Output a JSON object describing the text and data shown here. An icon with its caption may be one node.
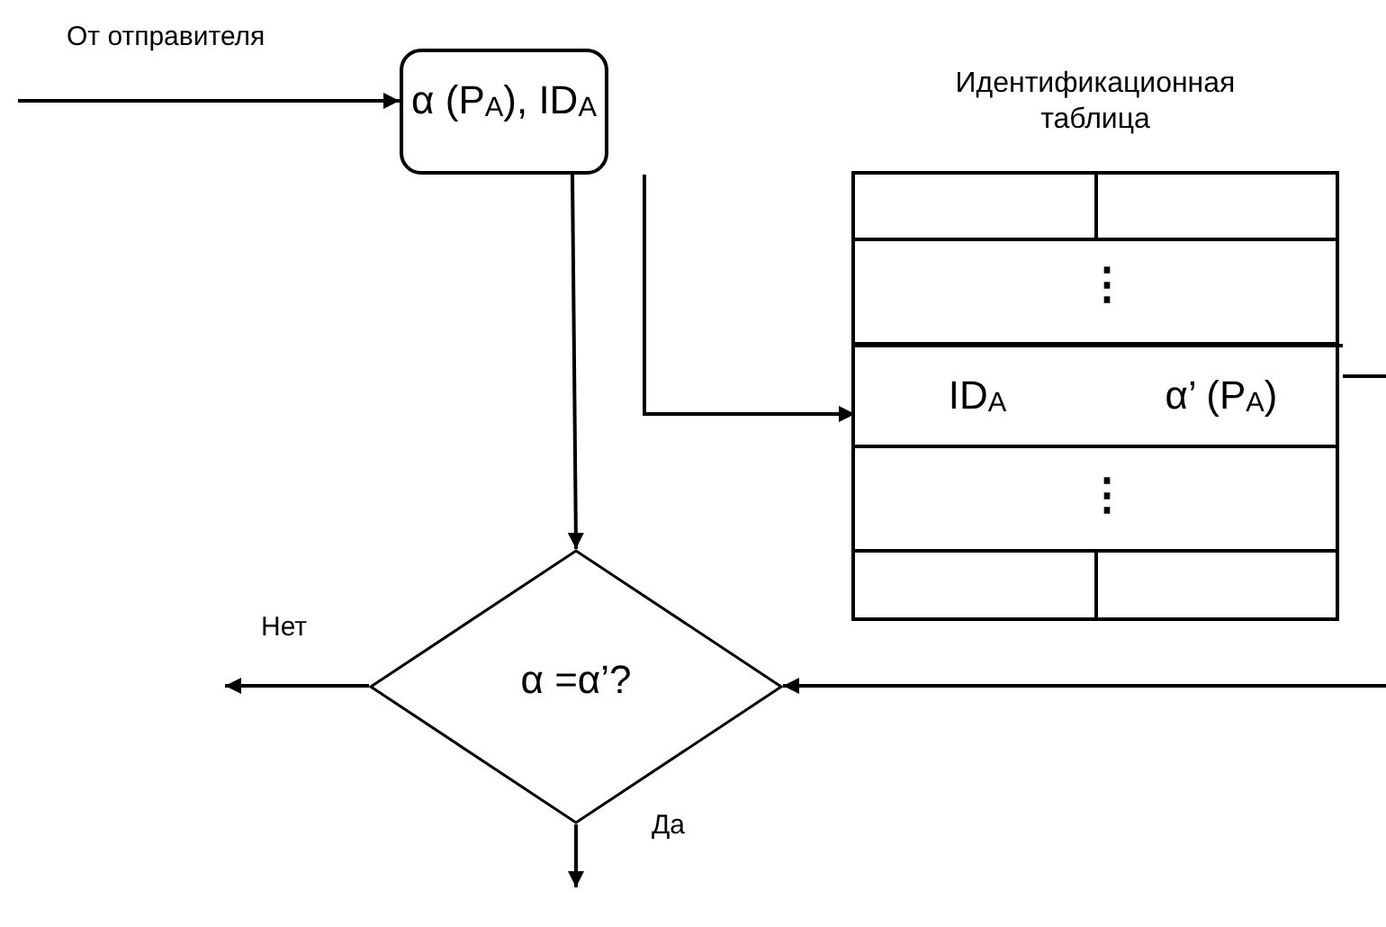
{
  "diagram": {
    "nodes": [
      {
        "text": [
          "α (P$_{A}$), ID$_{A}$"
        ]
      },
      {
        "text": [
          "Идентификационная таблица"
        ]
      },
      {
        "text": [
          "ID$_{A}$"
        ],
        "in": 1
      },
      {
        "text": [
          "α’ (P$_{A}$)"
        ],
        "in": 1
      },
      {
        "text": [
          "α =α’?"
        ]
      }
    ],
    "edges": [
      {
        "from": null,
        "to": 0,
        "arrow": "to",
        "label": "От отправителя"
      },
      {
        "from": 0,
        "to": 4,
        "arrow": "to"
      },
      {
        "from": 0,
        "to": 2,
        "arrow": "to"
      },
      {
        "from": 3,
        "to": null,
        "arrow": "none"
      },
      {
        "from": null,
        "to": 4,
        "arrow": "to"
      },
      {
        "from": 4,
        "to": null,
        "arrow": "to",
        "label": "Нет"
      },
      {
        "from": 4,
        "to": null,
        "arrow": "to",
        "label": "Да"
      }
    ],
    "labels": [
      "⋮",
      "⋮"
    ]
  }
}
